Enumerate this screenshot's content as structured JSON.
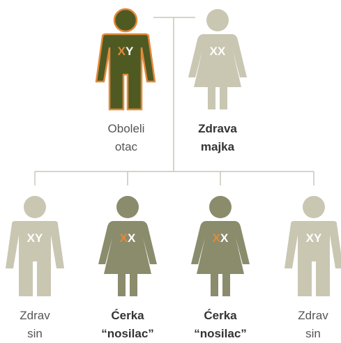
{
  "colors": {
    "affected": "#4f5a23",
    "affected_outline": "#e38a3c",
    "healthy": "#c9c6b2",
    "carrier": "#8a8c6c",
    "line": "#c8c6b8",
    "x_orange": "#e38a3c",
    "white": "#ffffff"
  },
  "parents": {
    "father": {
      "chromosome_1": "X",
      "chromosome_2": "Y",
      "label_line1": "Oboleli",
      "label_line2": "otac",
      "status": "affected",
      "figure": "male"
    },
    "mother": {
      "chromosome_1": "X",
      "chromosome_2": "X",
      "label_line1": "Zdrava",
      "label_line2": "majka",
      "status": "healthy",
      "figure": "female"
    }
  },
  "children": [
    {
      "chromosome_1": "X",
      "chromosome_2": "Y",
      "label_line1": "Zdrav",
      "label_line2": "sin",
      "status": "healthy",
      "figure": "male"
    },
    {
      "chromosome_1": "X",
      "chromosome_2": "X",
      "label_line1": "Ćerka",
      "label_line2": "“nosilac”",
      "status": "carrier",
      "figure": "female"
    },
    {
      "chromosome_1": "X",
      "chromosome_2": "X",
      "label_line1": "Ćerka",
      "label_line2": "“nosilac”",
      "status": "carrier",
      "figure": "female"
    },
    {
      "chromosome_1": "X",
      "chromosome_2": "Y",
      "label_line1": "Zdrav",
      "label_line2": "sin",
      "status": "healthy",
      "figure": "male"
    }
  ]
}
